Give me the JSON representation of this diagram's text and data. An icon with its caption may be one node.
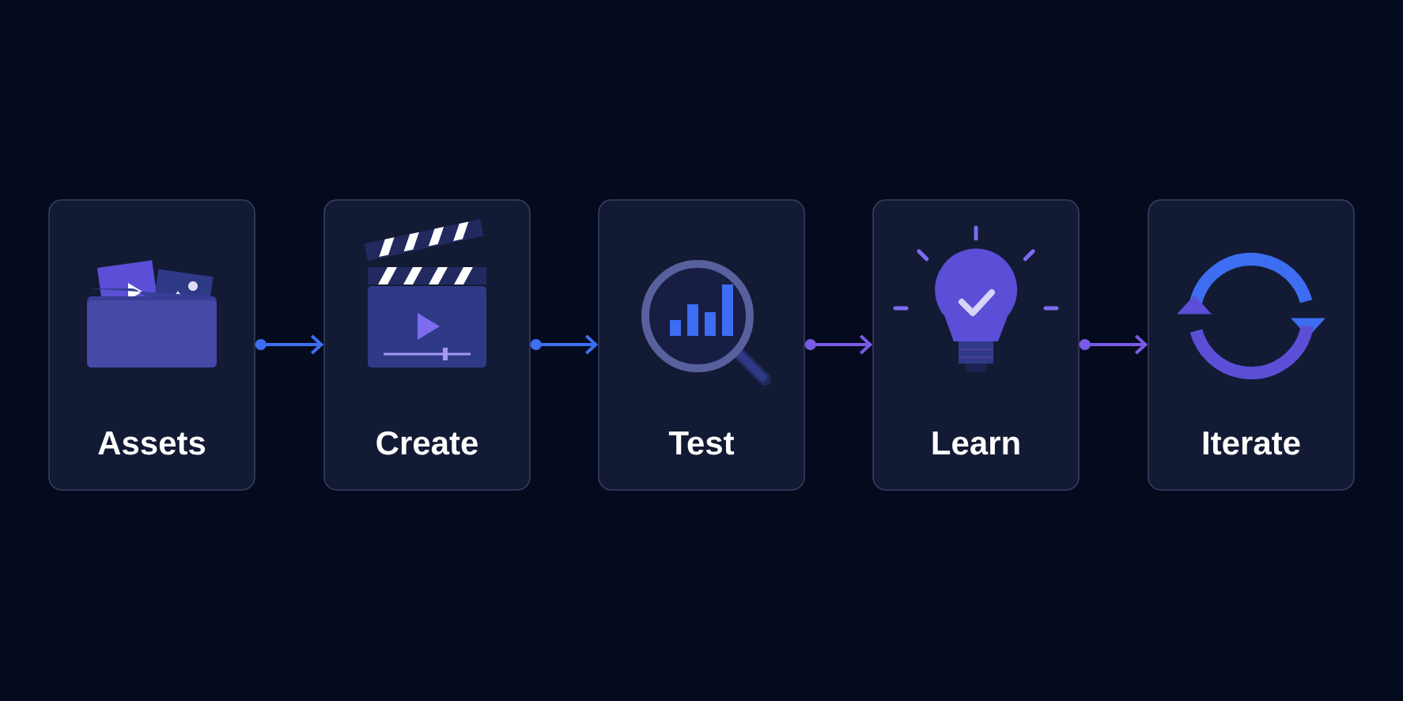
{
  "diagram": {
    "nodes": [
      {
        "text": [
          "Assets"
        ]
      },
      {
        "text": [
          "Create"
        ]
      },
      {
        "text": [
          "Test"
        ]
      },
      {
        "text": [
          "Learn"
        ]
      },
      {
        "text": [
          "Iterate"
        ]
      }
    ],
    "edges": [
      {
        "from": 0,
        "to": 1,
        "arrow": "to",
        "color": "#3d6ef2"
      },
      {
        "from": 1,
        "to": 2,
        "arrow": "to",
        "color": "#3d6ef2"
      },
      {
        "from": 2,
        "to": 3,
        "arrow": "to",
        "color": "#7a5be6"
      },
      {
        "from": 3,
        "to": 4,
        "arrow": "to",
        "color": "#7a5be6"
      }
    ]
  }
}
